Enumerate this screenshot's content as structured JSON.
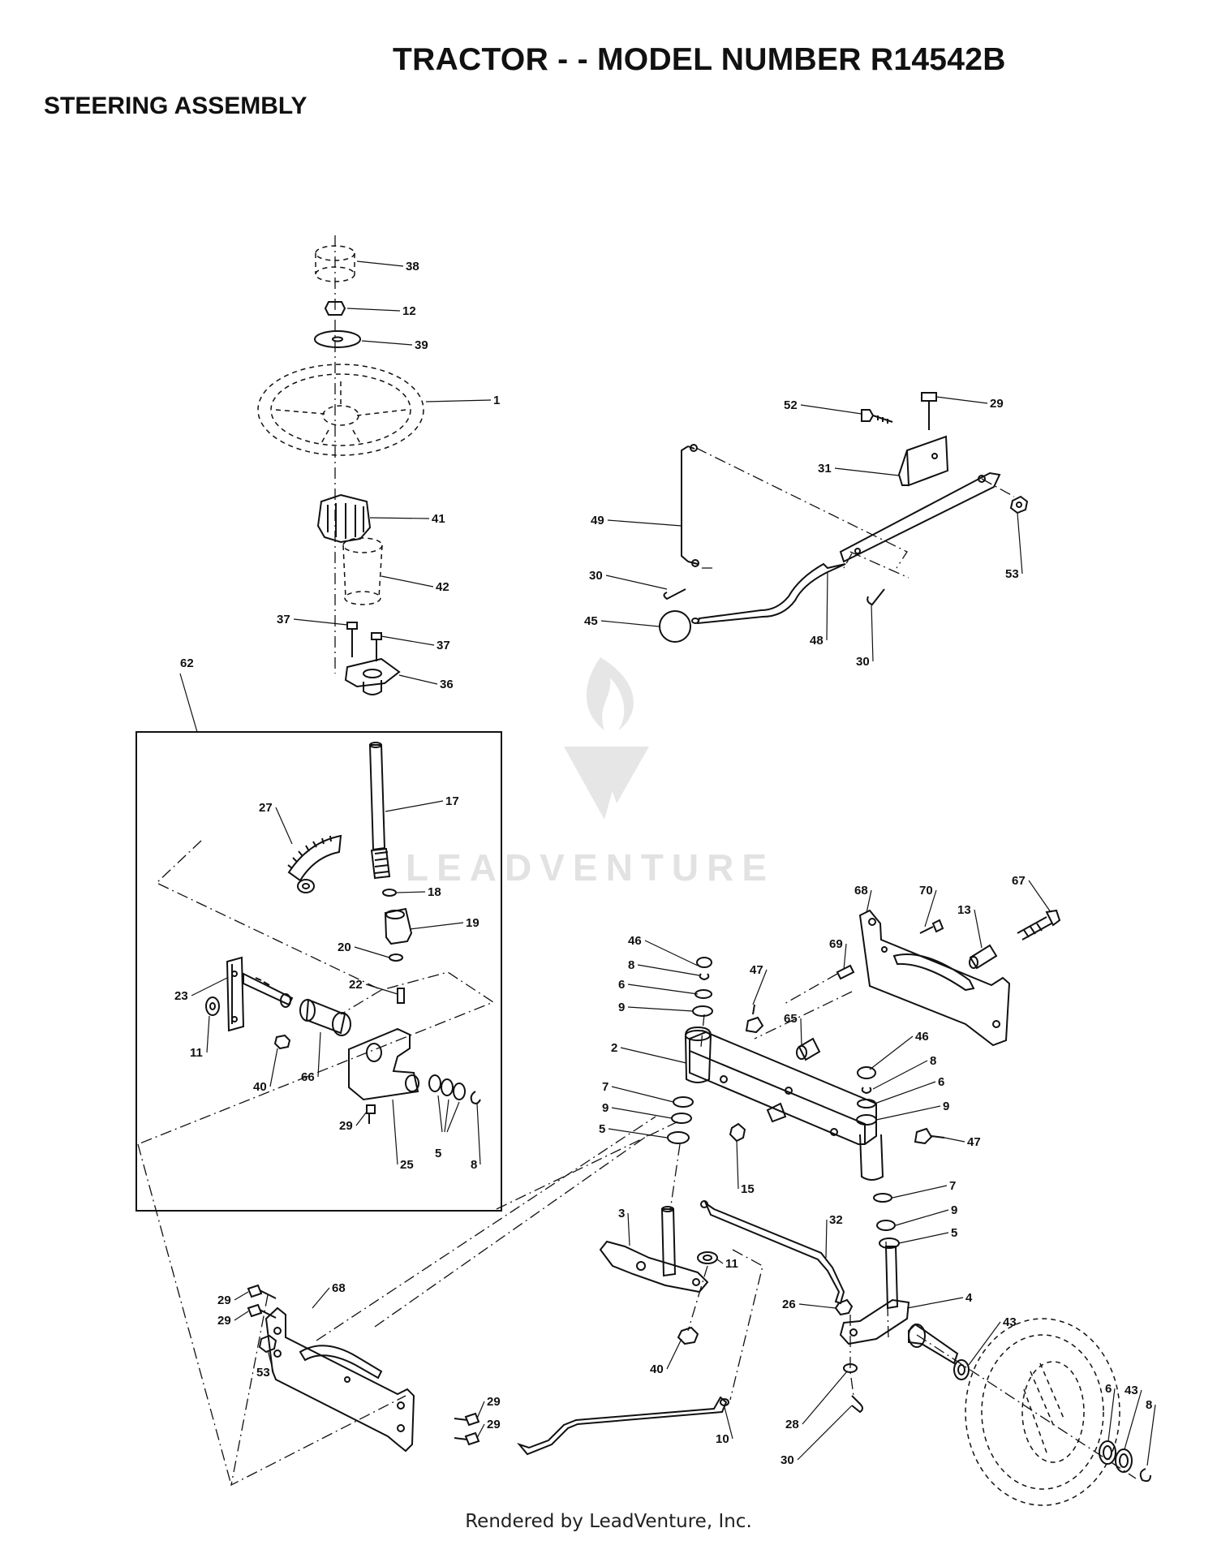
{
  "header": {
    "title": "TRACTOR - - MODEL NUMBER R14542B",
    "subtitle": "STEERING ASSEMBLY"
  },
  "watermark": {
    "text": "LEADVENTURE"
  },
  "footer": {
    "text": "Rendered by LeadVenture, Inc."
  },
  "callouts": [
    {
      "id": "c38",
      "text": "38"
    },
    {
      "id": "c12",
      "text": "12"
    },
    {
      "id": "c39",
      "text": "39"
    },
    {
      "id": "c1",
      "text": "1"
    },
    {
      "id": "c41",
      "text": "41"
    },
    {
      "id": "c42",
      "text": "42"
    },
    {
      "id": "c37a",
      "text": "37"
    },
    {
      "id": "c37b",
      "text": "37"
    },
    {
      "id": "c36",
      "text": "36"
    },
    {
      "id": "c62",
      "text": "62"
    },
    {
      "id": "c17",
      "text": "17"
    },
    {
      "id": "c27",
      "text": "27"
    },
    {
      "id": "c18",
      "text": "18"
    },
    {
      "id": "c19",
      "text": "19"
    },
    {
      "id": "c20",
      "text": "20"
    },
    {
      "id": "c22",
      "text": "22"
    },
    {
      "id": "c23",
      "text": "23"
    },
    {
      "id": "c11a",
      "text": "11"
    },
    {
      "id": "c40a",
      "text": "40"
    },
    {
      "id": "c66",
      "text": "66"
    },
    {
      "id": "c29a",
      "text": "29"
    },
    {
      "id": "c25",
      "text": "25"
    },
    {
      "id": "c5a",
      "text": "5"
    },
    {
      "id": "c8a",
      "text": "8"
    },
    {
      "id": "c52",
      "text": "52"
    },
    {
      "id": "c29b",
      "text": "29"
    },
    {
      "id": "c31",
      "text": "31"
    },
    {
      "id": "c49",
      "text": "49"
    },
    {
      "id": "c53a",
      "text": "53"
    },
    {
      "id": "c30a",
      "text": "30"
    },
    {
      "id": "c45",
      "text": "45"
    },
    {
      "id": "c48",
      "text": "48"
    },
    {
      "id": "c30b",
      "text": "30"
    },
    {
      "id": "c68a",
      "text": "68"
    },
    {
      "id": "c70",
      "text": "70"
    },
    {
      "id": "c67",
      "text": "67"
    },
    {
      "id": "c13",
      "text": "13"
    },
    {
      "id": "c69",
      "text": "69"
    },
    {
      "id": "c46a",
      "text": "46"
    },
    {
      "id": "c47a",
      "text": "47"
    },
    {
      "id": "c8b",
      "text": "8"
    },
    {
      "id": "c6a",
      "text": "6"
    },
    {
      "id": "c9a",
      "text": "9"
    },
    {
      "id": "c65",
      "text": "65"
    },
    {
      "id": "c2",
      "text": "2"
    },
    {
      "id": "c46b",
      "text": "46"
    },
    {
      "id": "c8c",
      "text": "8"
    },
    {
      "id": "c6b",
      "text": "6"
    },
    {
      "id": "c9b",
      "text": "9"
    },
    {
      "id": "c7a",
      "text": "7"
    },
    {
      "id": "c9c",
      "text": "9"
    },
    {
      "id": "c5b",
      "text": "5"
    },
    {
      "id": "c47b",
      "text": "47"
    },
    {
      "id": "c15",
      "text": "15"
    },
    {
      "id": "c7b",
      "text": "7"
    },
    {
      "id": "c9d",
      "text": "9"
    },
    {
      "id": "c5c",
      "text": "5"
    },
    {
      "id": "c3",
      "text": "3"
    },
    {
      "id": "c32",
      "text": "32"
    },
    {
      "id": "c11b",
      "text": "11"
    },
    {
      "id": "c4",
      "text": "4"
    },
    {
      "id": "c26",
      "text": "26"
    },
    {
      "id": "c43a",
      "text": "43"
    },
    {
      "id": "c40b",
      "text": "40"
    },
    {
      "id": "c28",
      "text": "28"
    },
    {
      "id": "c30c",
      "text": "30"
    },
    {
      "id": "c10",
      "text": "10"
    },
    {
      "id": "c6c",
      "text": "6"
    },
    {
      "id": "c43b",
      "text": "43"
    },
    {
      "id": "c8d",
      "text": "8"
    },
    {
      "id": "c68b",
      "text": "68"
    },
    {
      "id": "c29c",
      "text": "29"
    },
    {
      "id": "c29d",
      "text": "29"
    },
    {
      "id": "c53b",
      "text": "53"
    },
    {
      "id": "c29e",
      "text": "29"
    },
    {
      "id": "c29f",
      "text": "29"
    }
  ]
}
